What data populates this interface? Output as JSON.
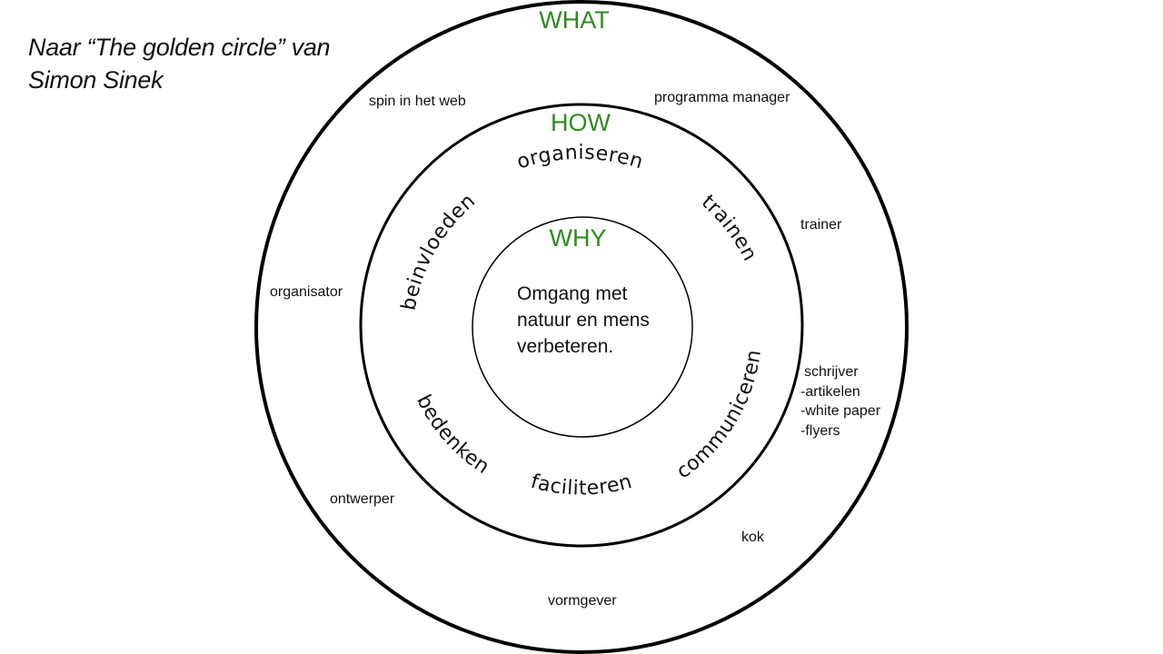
{
  "caption": {
    "line1": "Naar “The golden circle” van",
    "line2": "Simon Sinek"
  },
  "what": {
    "title": "WHAT",
    "roles": [
      "spin in het web",
      "programma manager",
      "trainer",
      "organisator",
      "schrijver",
      "-artikelen",
      "-white paper",
      "-flyers",
      "ontwerper",
      "kok",
      "vormgever"
    ]
  },
  "how": {
    "title": "HOW",
    "activities": [
      "organiseren",
      "trainen",
      "communiceren",
      "faciliteren",
      "bedenken",
      "beinvloeden"
    ]
  },
  "why": {
    "title": "WHY",
    "lines": [
      "Omgang met",
      "natuur en mens",
      "verbeteren."
    ]
  },
  "colors": {
    "title_green": "#2e8b1f",
    "stroke": "#000000"
  }
}
